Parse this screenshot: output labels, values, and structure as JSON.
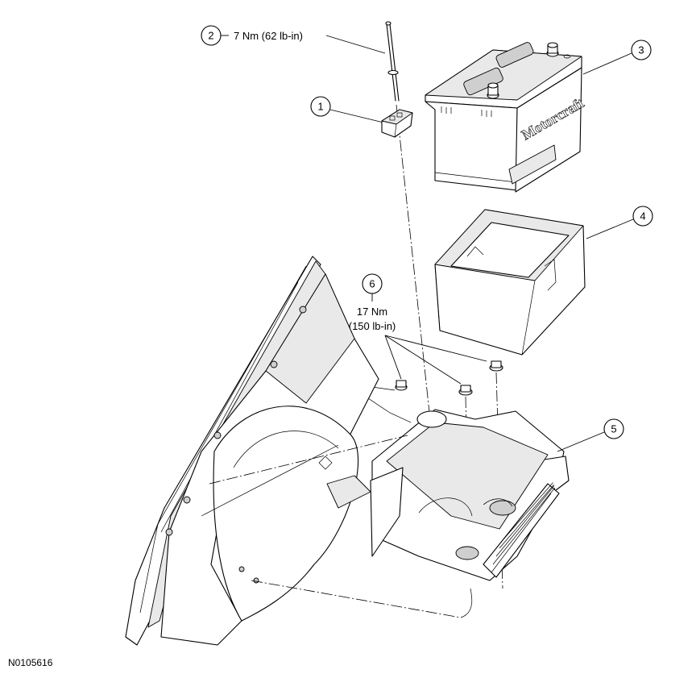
{
  "callouts": [
    {
      "number": "1"
    },
    {
      "number": "2",
      "torque": "7 Nm (62 lb-in)"
    },
    {
      "number": "3"
    },
    {
      "number": "4"
    },
    {
      "number": "5"
    },
    {
      "number": "6",
      "torque_line1": "17 Nm",
      "torque_line2": "(150 lb-in)"
    }
  ],
  "battery_brand": "Motorcraft",
  "figure_id": "N0105616"
}
